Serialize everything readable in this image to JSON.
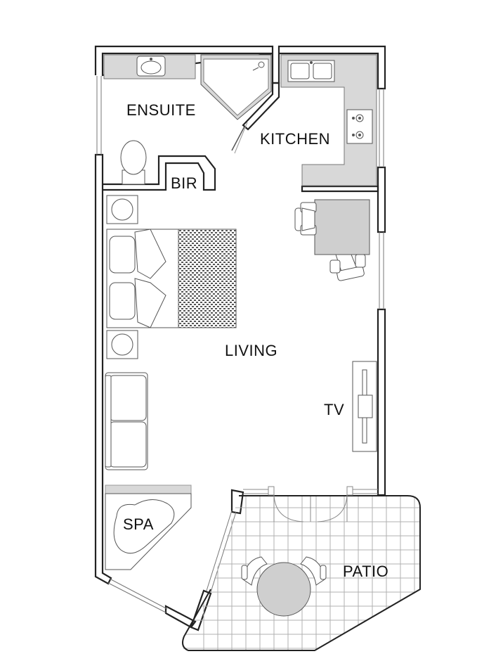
{
  "rooms": {
    "ensuite": "ENSUITE",
    "kitchen": "KITCHEN",
    "bir": "BIR",
    "living": "LIVING",
    "tv": "TV",
    "spa": "SPA",
    "patio": "PATIO"
  },
  "colors": {
    "wall": "#222222",
    "counter": "#d8d8d8",
    "table": "#cfcfcf",
    "fixture_stroke": "#777777",
    "patio_grid": "#b0b0b0",
    "background": "#ffffff"
  }
}
